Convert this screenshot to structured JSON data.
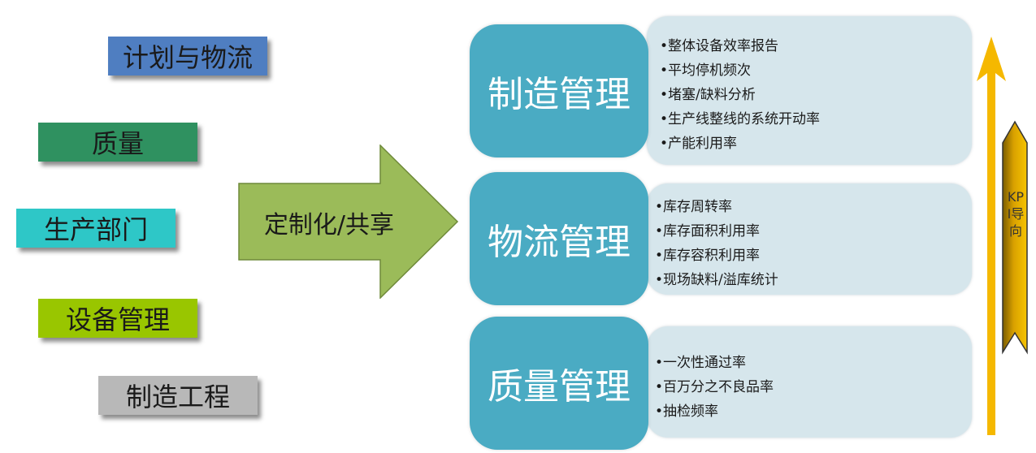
{
  "departments": [
    {
      "label": "计划与物流",
      "color": "#4f7ec1"
    },
    {
      "label": "质量",
      "color": "#2f9160"
    },
    {
      "label": "生产部门",
      "color": "#2ec7c7"
    },
    {
      "label": "设备管理",
      "color": "#99c600"
    },
    {
      "label": "制造工程",
      "color": "#b8b8b8"
    }
  ],
  "center_arrow": {
    "label": "定制化/共享",
    "color": "#9bbb59"
  },
  "groups": [
    {
      "title": "制造管理",
      "metrics": [
        "•整体设备效率报告",
        "•平均停机频次",
        "•堵塞/缺料分析",
        "•生产线整线的系统开动率",
        "•产能利用率"
      ]
    },
    {
      "title": "物流管理",
      "metrics": [
        "•库存周转率",
        "•库存面积利用率",
        "•库存容积利用率",
        "•现场缺料/溢库统计"
      ]
    },
    {
      "title": "质量管理",
      "metrics": [
        "•一次性通过率",
        "•百万分之不良品率",
        "•抽检频率"
      ]
    }
  ],
  "kpi": {
    "label": "KPI导向",
    "color": "#f5b800"
  }
}
